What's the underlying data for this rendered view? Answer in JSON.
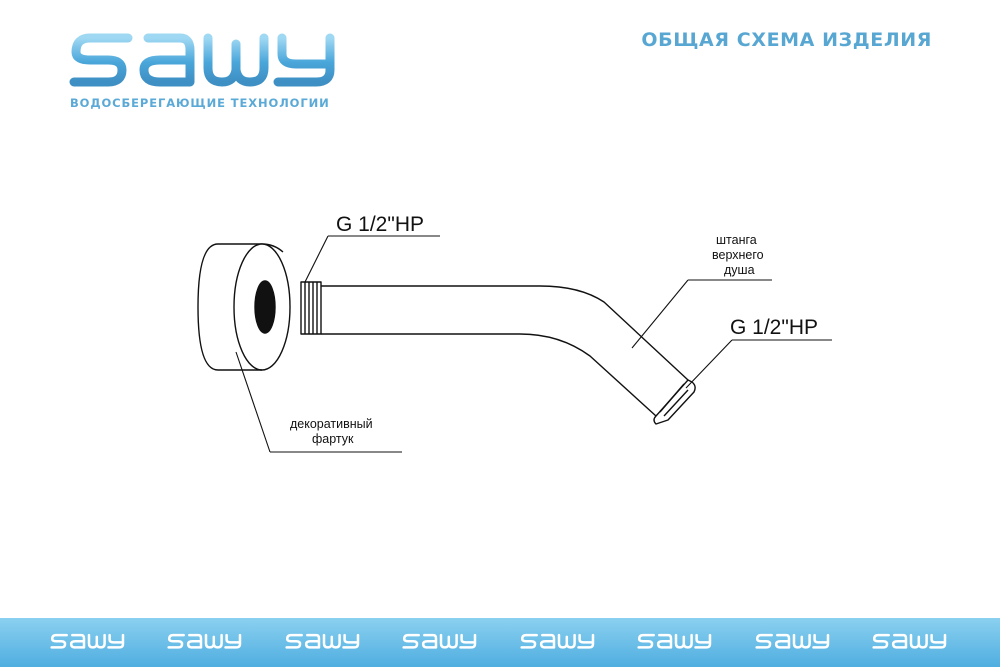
{
  "header": {
    "brand": "sawy",
    "tagline": "ВОДОСБЕРЕГАЮЩИЕ ТЕХНОЛОГИИ",
    "title": "ОБЩАЯ СХЕМА ИЗДЕЛИЯ"
  },
  "diagram": {
    "labels": {
      "thread_left": "G 1/2\"HP",
      "arm_line1": "штанга",
      "arm_line2": "верхнего",
      "arm_line3": "душа",
      "thread_right": "G 1/2\"HP",
      "flange_line1": "декоративный",
      "flange_line2": "фартук"
    }
  },
  "footer": {
    "brand_repeat": "sawy",
    "count": 8
  },
  "colors": {
    "brand": "#58a7d3",
    "footer": "#4faee0"
  }
}
